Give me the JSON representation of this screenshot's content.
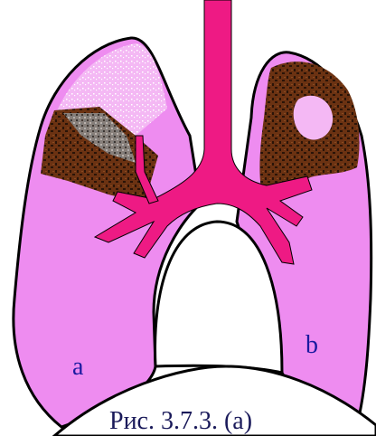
{
  "labels": {
    "left_lung": "a",
    "right_lung": "b"
  },
  "caption": "Рис. 3.7.3. (а)",
  "colors": {
    "lung_fill": "#ee8cf0",
    "lung_light": "#f4b8f4",
    "trachea": "#ee1a84",
    "lesion_brown": "#6b3212",
    "lesion_dark": "#2a1408",
    "label_text": "#1a1aa0",
    "caption_text": "#1a1a5a",
    "outline": "#000000"
  }
}
